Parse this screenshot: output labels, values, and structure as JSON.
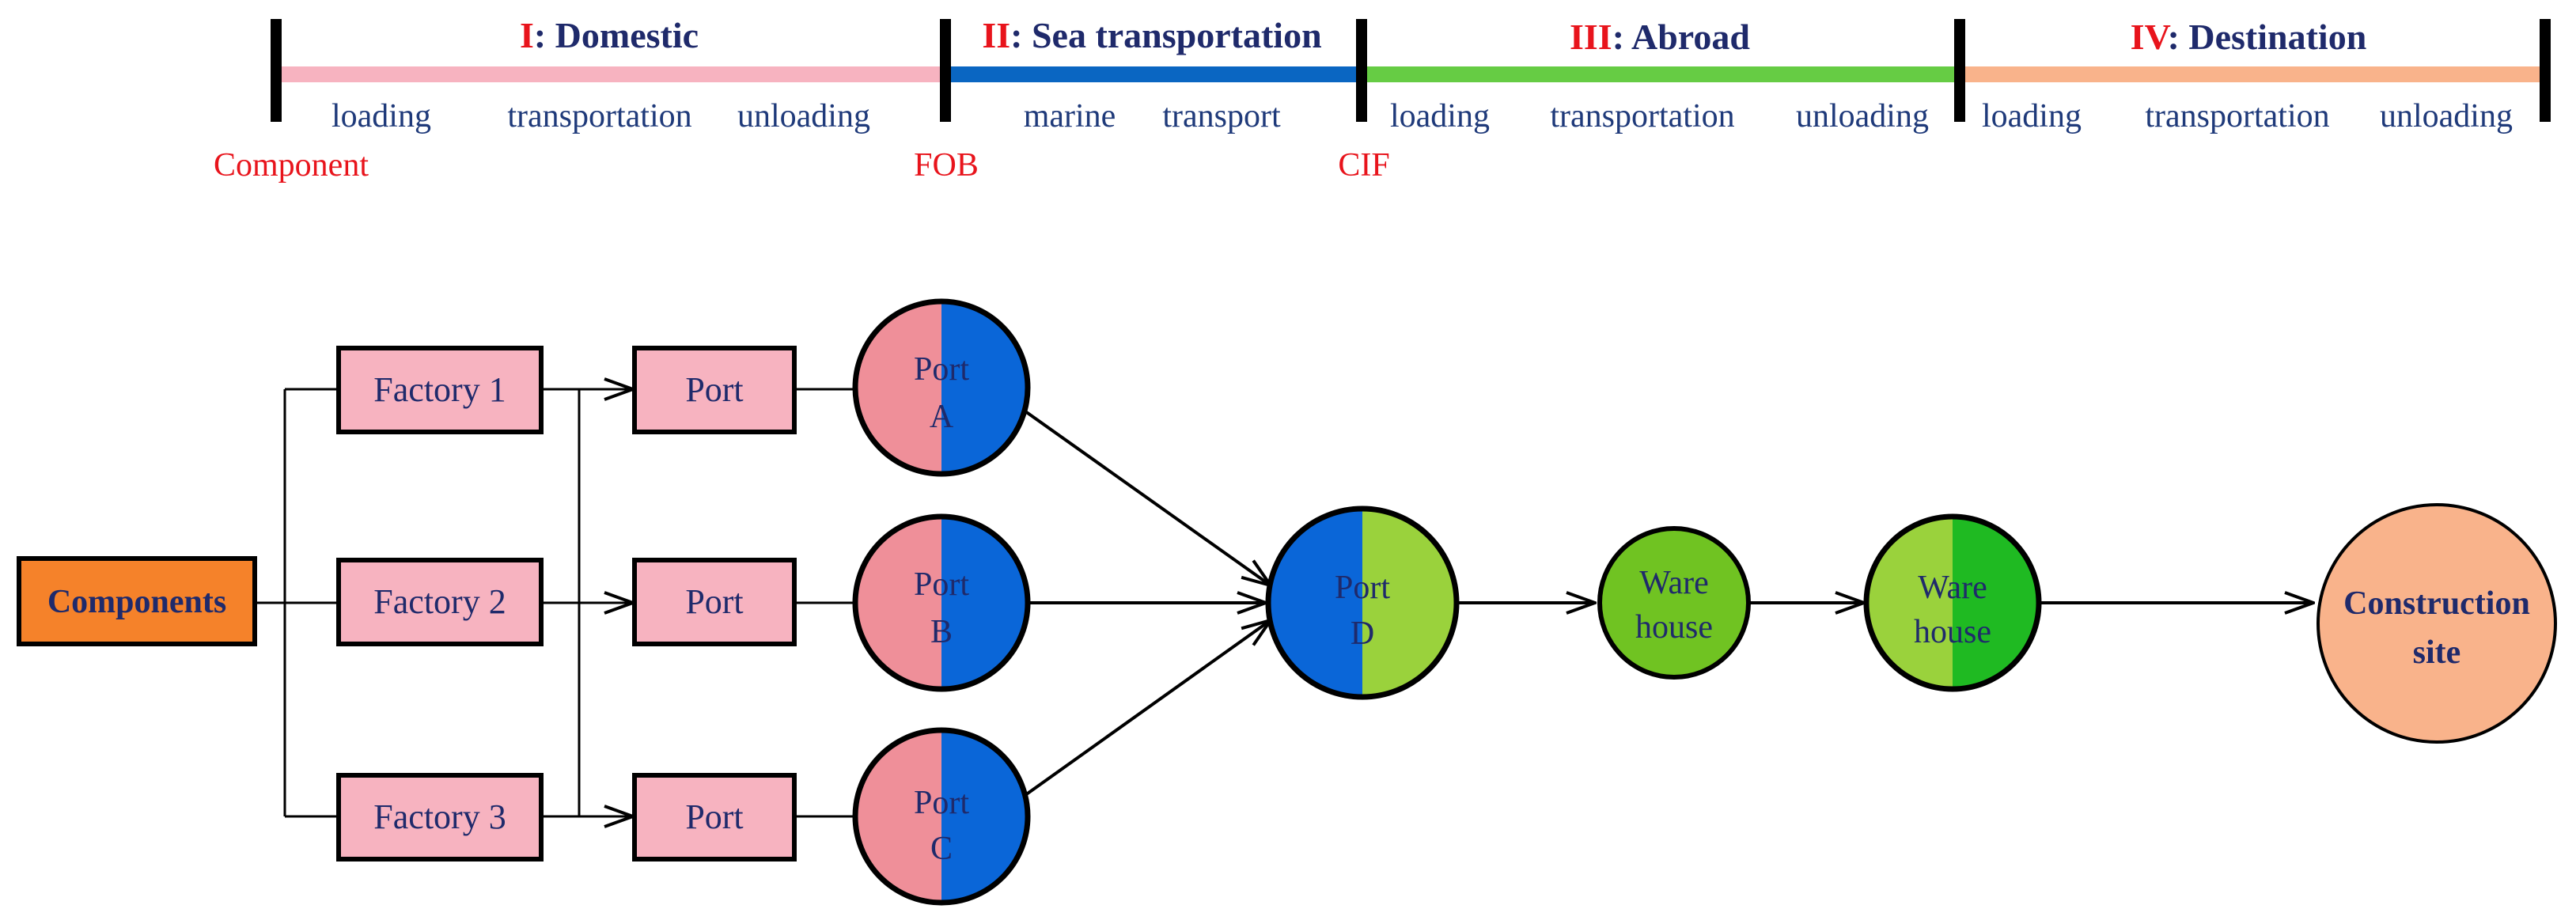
{
  "timeline": {
    "stages": [
      {
        "numeral": "I",
        "title": ": Domestic",
        "color": "#f7b3c0",
        "steps": [
          "loading",
          "transportation",
          "unloading"
        ]
      },
      {
        "numeral": "II",
        "title": ": Sea transportation",
        "color": "#0a66c2",
        "steps": [
          "marine",
          "transport"
        ]
      },
      {
        "numeral": "III",
        "title": ": Abroad",
        "color": "#66cc44",
        "steps": [
          "loading",
          "transportation",
          "unloading"
        ]
      },
      {
        "numeral": "IV",
        "title": ": Destination",
        "color": "#f9b38b",
        "steps": [
          "loading",
          "transportation",
          "unloading"
        ]
      }
    ],
    "markers": [
      "Component",
      "FOB",
      "CIF"
    ]
  },
  "flow": {
    "source": "Components",
    "factories": [
      "Factory 1",
      "Factory 2",
      "Factory 3"
    ],
    "ports": [
      "Port",
      "Port",
      "Port"
    ],
    "export_ports": [
      {
        "line1": "Port",
        "line2": "A"
      },
      {
        "line1": "Port",
        "line2": "B"
      },
      {
        "line1": "Port",
        "line2": "C"
      }
    ],
    "import_port": {
      "line1": "Port",
      "line2": "D"
    },
    "warehouse1": {
      "line1": "Ware",
      "line2": "house"
    },
    "warehouse2": {
      "line1": "Ware",
      "line2": "house"
    },
    "destination": {
      "line1": "Construction",
      "line2": "site"
    }
  },
  "colors": {
    "numeral_red": "#e8141c",
    "title_navy": "#1f2a6b",
    "step_text": "#1f3a7a",
    "marker_red": "#e8141c",
    "components_fill": "#f5822a",
    "box_pink": "#f7b3c0",
    "circle_pink": "#ef8f99",
    "circle_blue": "#0a66d8",
    "circle_lightgreen": "#9ad23c",
    "circle_green": "#70c322",
    "circle_darkgreen": "#1fba22",
    "dest_fill": "#f9b38b"
  }
}
